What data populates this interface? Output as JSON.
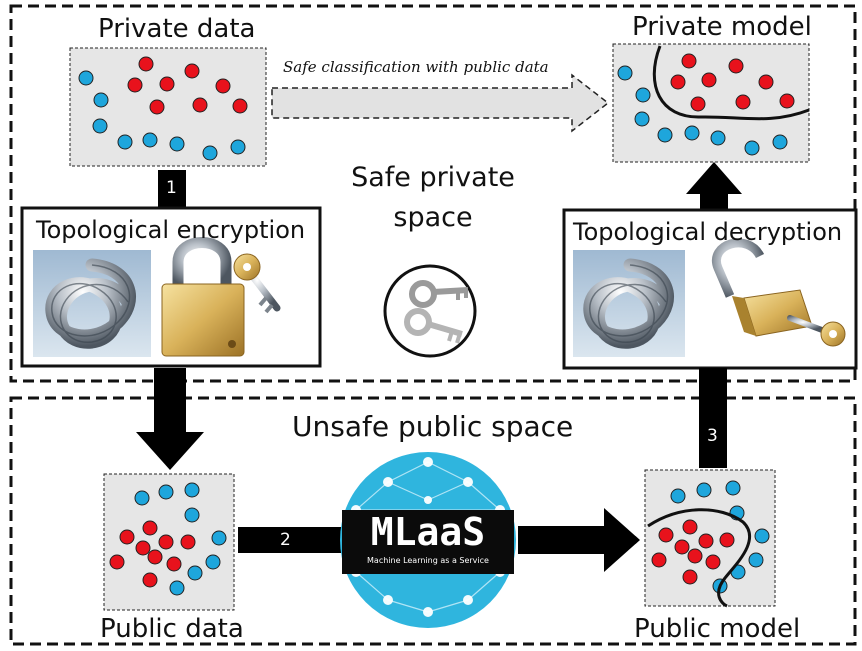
{
  "regions": {
    "safe_space_label_line1": "Safe private",
    "safe_space_label_line2": "space",
    "unsafe_space_label": "Unsafe public space"
  },
  "panels": {
    "private_data": "Private data",
    "private_model": "Private model",
    "public_data": "Public data",
    "public_model": "Public model"
  },
  "boxes": {
    "encryption": "Topological encryption",
    "decryption": "Topological decryption"
  },
  "arrows": {
    "safe_classification": "Safe classification with public data",
    "step1": "1",
    "step2": "2",
    "step3": "3"
  },
  "mlaas": {
    "name": "MLaaS",
    "tagline": "Machine Learning as a Service"
  },
  "icons": [
    "knot-icon",
    "padlock-locked-icon",
    "key-icon",
    "padlock-open-icon",
    "keys-icon",
    "neural-network-icon"
  ],
  "colors": {
    "red_point": "#e8121c",
    "blue_point": "#1ea6dc",
    "panel_bg": "#e6e6e6",
    "mlaas_bg": "#2fb5de"
  }
}
